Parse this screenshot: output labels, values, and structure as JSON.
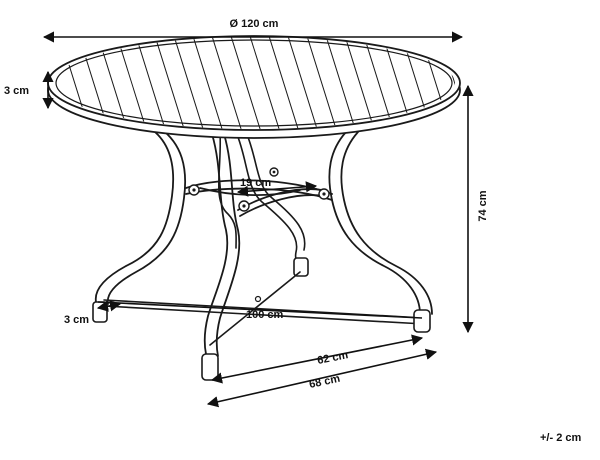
{
  "dimensions": {
    "diameter": "Ø 120 cm",
    "top_thickness": "3 cm",
    "height": "74 cm",
    "ring_gap": "19 cm",
    "span": "100 cm",
    "foot": "3 cm",
    "inner_base": "62 cm",
    "outer_base": "68 cm",
    "tolerance": "+/- 2 cm"
  },
  "colors": {
    "ink": "#1a1a1a",
    "background": "#ffffff"
  }
}
